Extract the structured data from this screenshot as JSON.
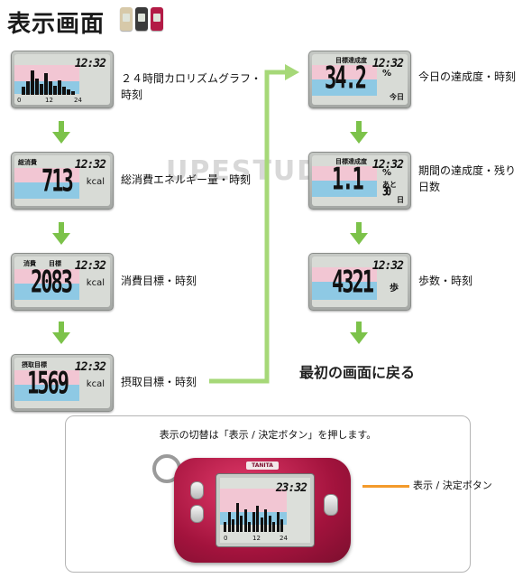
{
  "header": {
    "title": "表示画面"
  },
  "screens": {
    "graph": {
      "clock": "12:32",
      "ticks": [
        "0",
        "12",
        "24"
      ]
    },
    "total_consumption": {
      "label": "総消費",
      "value": "713",
      "unit": "kcal",
      "clock": "12:32"
    },
    "consumption_goal": {
      "label1": "消費",
      "label2": "目標",
      "value": "2083",
      "unit": "kcal",
      "clock": "12:32"
    },
    "intake_goal": {
      "label": "摂取目標",
      "value": "1569",
      "unit": "kcal",
      "clock": "12:32"
    },
    "today_rate": {
      "label": "目標達成度",
      "value": "34.2",
      "unit": "%",
      "sub": "今日",
      "clock": "12:32"
    },
    "period_rate": {
      "label": "目標達成度",
      "value": "1.1",
      "unit": "%",
      "sub1": "あと",
      "sub2": "30",
      "sub3": "日",
      "clock": "12:32"
    },
    "steps": {
      "value": "4321",
      "unit": "歩",
      "clock": "12:32"
    }
  },
  "captions": {
    "graph": "２４時間カロリズムグラフ・時刻",
    "total_consumption": "総消費エネルギー量・時刻",
    "consumption_goal": "消費目標・時刻",
    "intake_goal": "摂取目標・時刻",
    "today_rate": "今日の達成度・時刻",
    "period_rate": "期間の達成度・残り日数",
    "steps": "歩数・時刻"
  },
  "final_text": "最初の画面に戻る",
  "watermark": "UPESTUDIO",
  "panel": {
    "text": "表示の切替は「表示 / 決定ボタン」を押します。",
    "device_brand": "TANITA",
    "device_clock": "23:32",
    "device_ticks": [
      "0",
      "12",
      "24"
    ],
    "callout": "表示 / 決定ボタン"
  },
  "colors": {
    "arrow": "#7cc24a",
    "connector": "#a6d878",
    "pink": "#f2c6d3",
    "blue": "#8ec9e4",
    "device": "#b31b46",
    "callout": "#f39a2b"
  },
  "graph_bars": [
    0.3,
    0.5,
    0.9,
    0.6,
    0.4,
    0.8,
    0.5,
    0.35,
    0.55,
    0.3,
    0.2,
    0.15
  ],
  "device_bars": [
    0.3,
    0.6,
    0.4,
    0.9,
    0.5,
    0.7,
    0.3,
    0.6,
    0.8,
    0.45,
    0.7,
    0.5,
    0.3,
    0.6,
    0.4
  ]
}
